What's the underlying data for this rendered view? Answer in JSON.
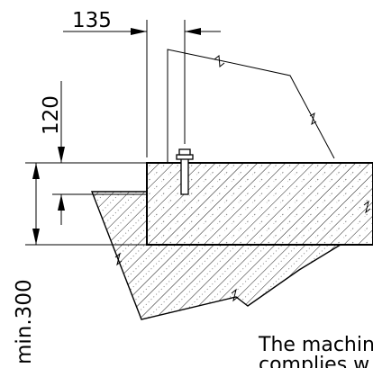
{
  "drawing": {
    "dimensions": {
      "top_offset": "135",
      "bolt_depth": "120",
      "min_depth": "min.300"
    },
    "note": {
      "line1": "The machin",
      "line2": "complies w"
    }
  }
}
